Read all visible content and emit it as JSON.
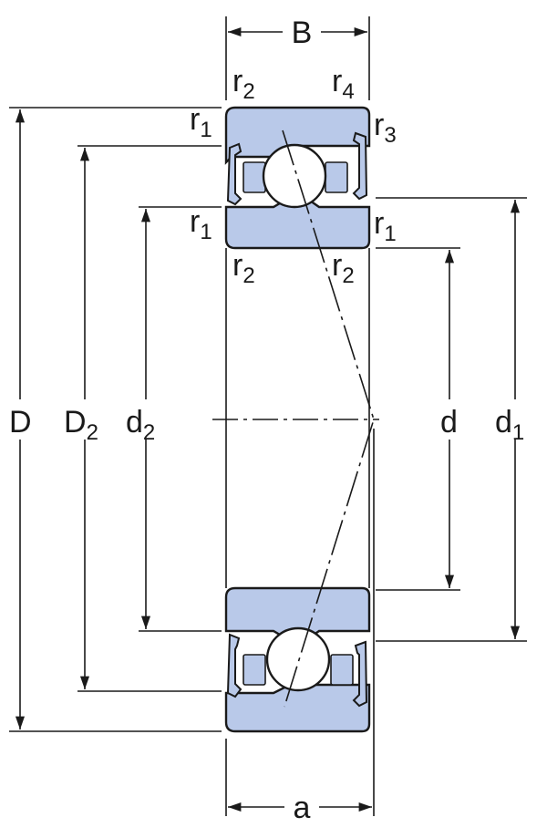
{
  "title": "Angular contact ball bearing dimensions",
  "colors": {
    "ring_fill": "#b9c9e9",
    "line": "#1a1a1a"
  },
  "labels": {
    "B": {
      "base": "B",
      "sub": ""
    },
    "a": {
      "base": "a",
      "sub": ""
    },
    "D": {
      "base": "D",
      "sub": ""
    },
    "D2": {
      "base": "D",
      "sub": "2"
    },
    "d2": {
      "base": "d",
      "sub": "2"
    },
    "d": {
      "base": "d",
      "sub": ""
    },
    "d1": {
      "base": "d",
      "sub": "1"
    },
    "r2_top_left": {
      "base": "r",
      "sub": "2"
    },
    "r4_top_right": {
      "base": "r",
      "sub": "4"
    },
    "r1_outer_left": {
      "base": "r",
      "sub": "1"
    },
    "r3_outer_right": {
      "base": "r",
      "sub": "3"
    },
    "r1_inner_left": {
      "base": "r",
      "sub": "1"
    },
    "r1_inner_right": {
      "base": "r",
      "sub": "1"
    },
    "r2_bottom_left": {
      "base": "r",
      "sub": "2"
    },
    "r2_bottom_right": {
      "base": "r",
      "sub": "2"
    }
  }
}
